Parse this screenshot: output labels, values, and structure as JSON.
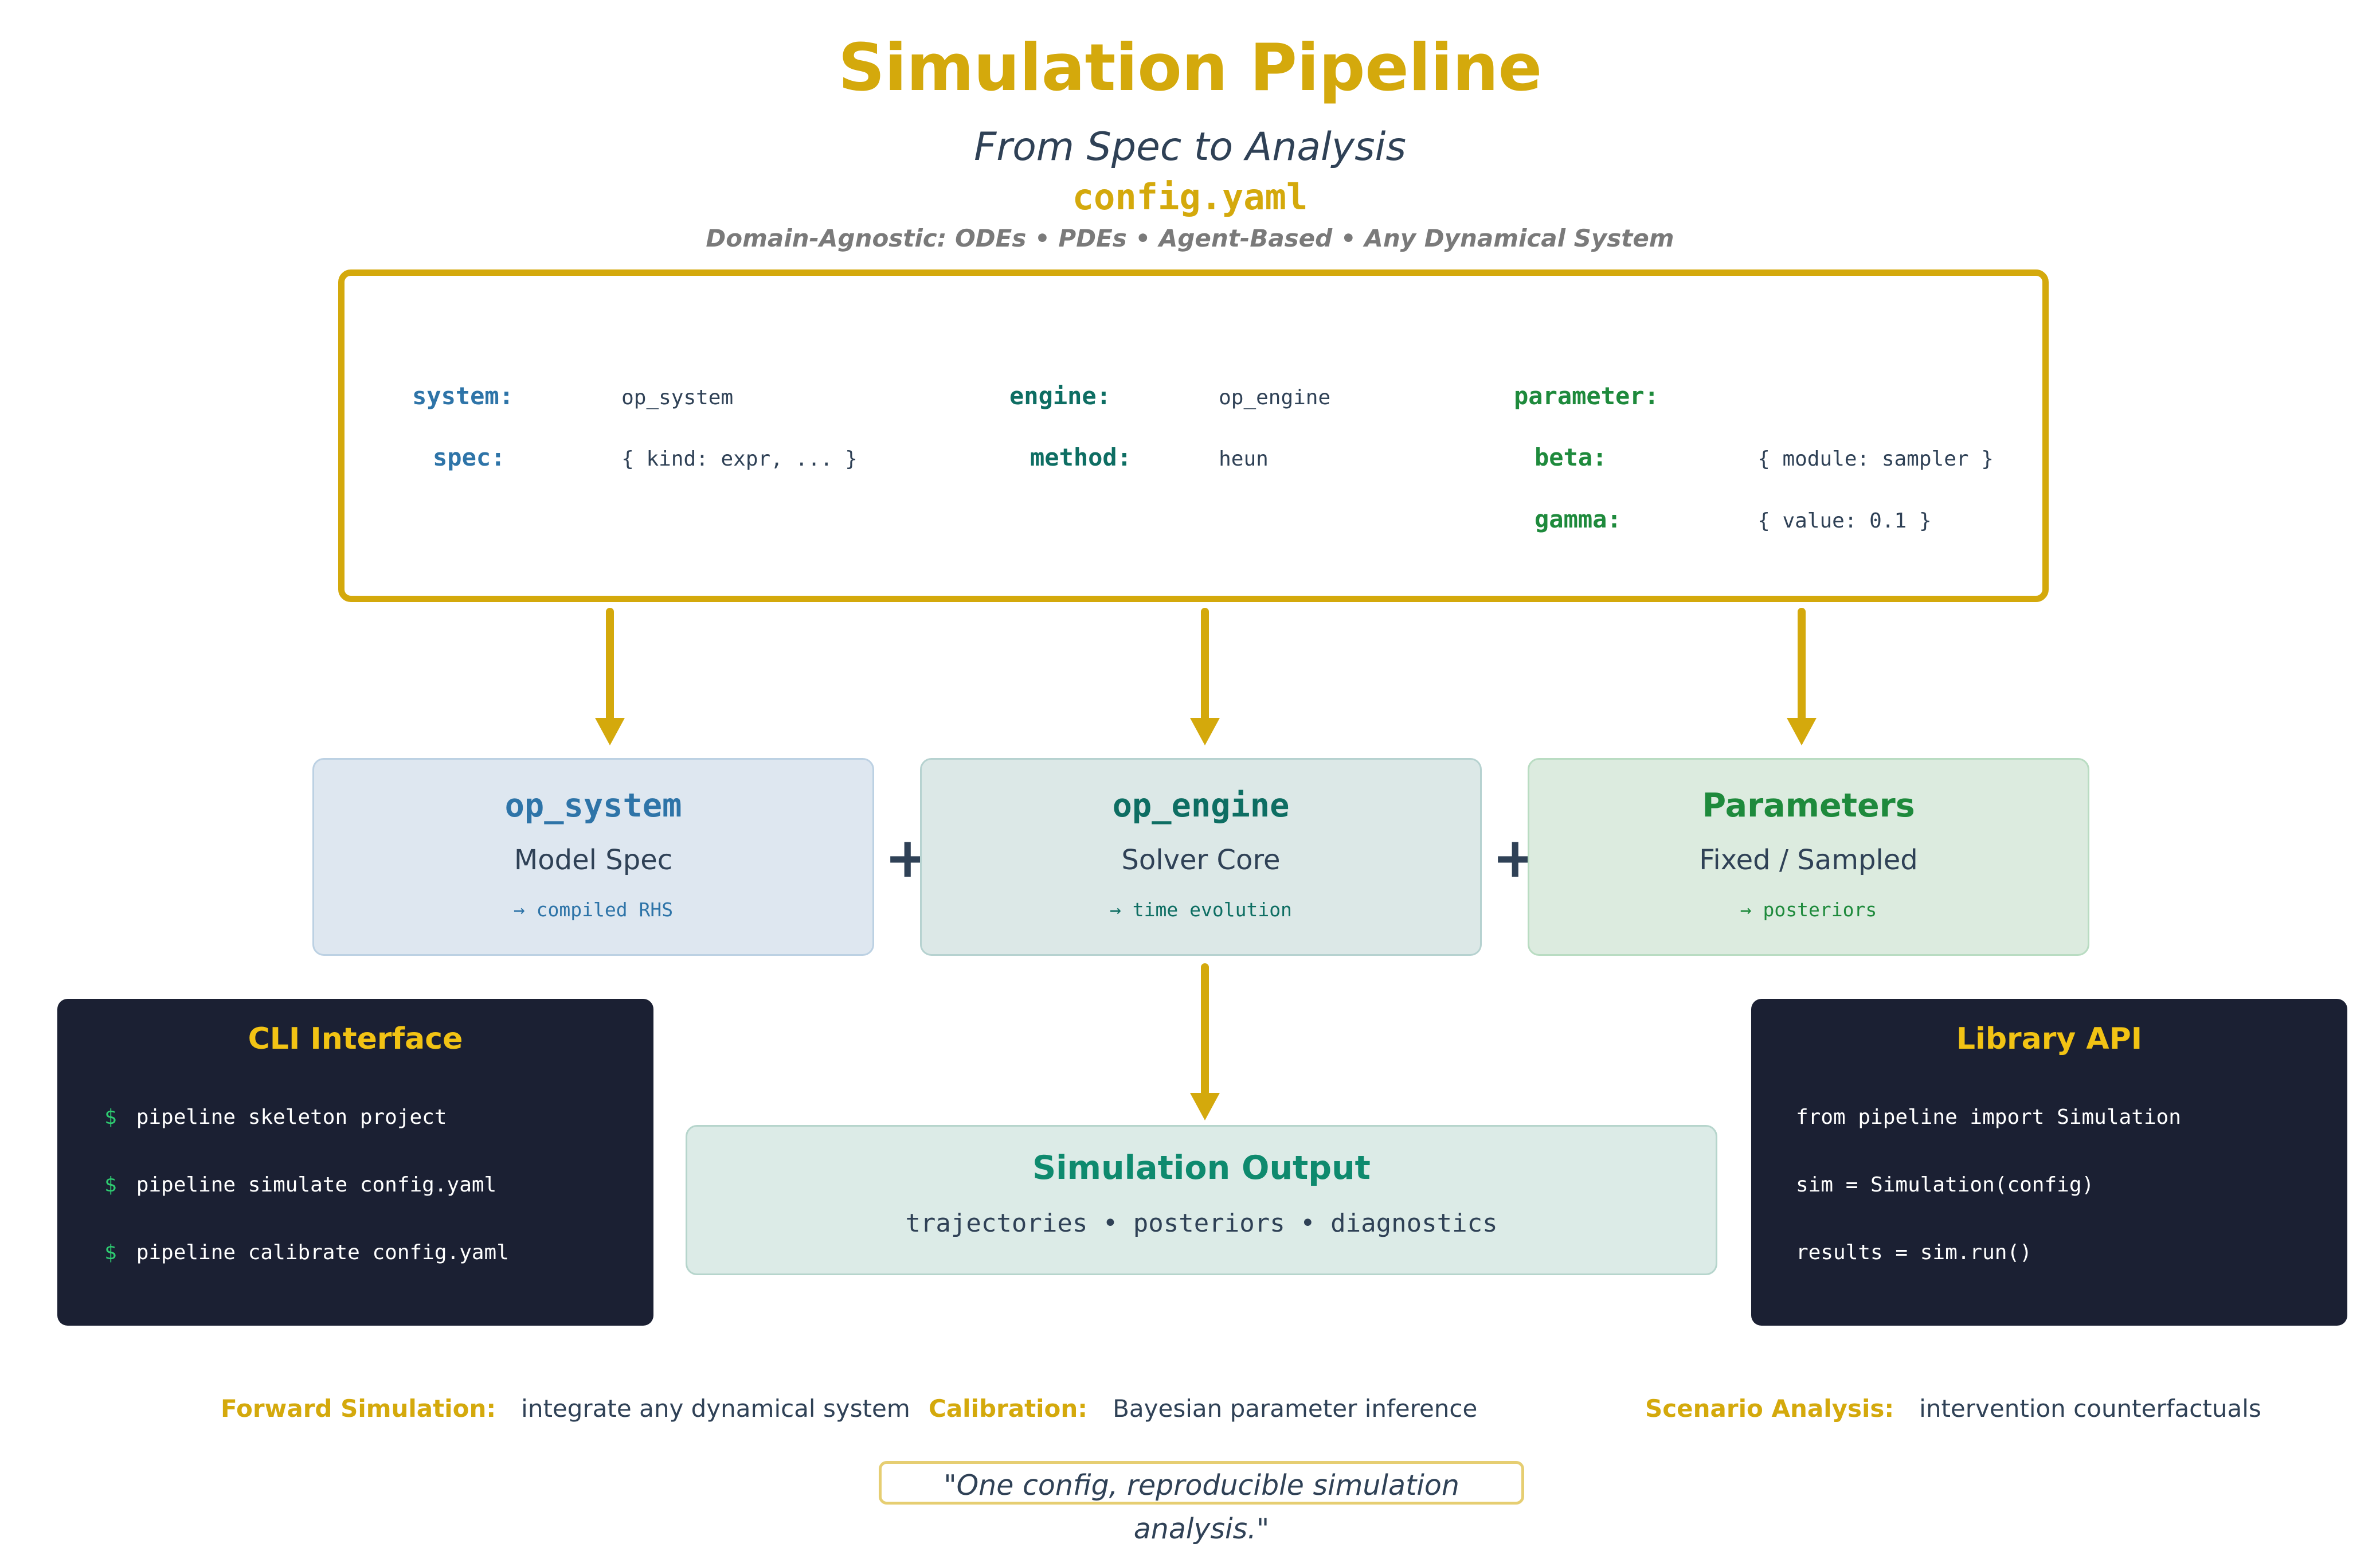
{
  "header": {
    "title": "Simulation Pipeline",
    "subtitle": "From Spec to Analysis",
    "config_name": "config.yaml",
    "tagline": "Domain-Agnostic: ODEs • PDEs • Agent-Based • Any Dynamical System"
  },
  "config": {
    "columns": [
      {
        "key_color": "#2E74A8",
        "rows": [
          {
            "key": "system:",
            "value": "op_system"
          },
          {
            "key": "spec:",
            "value": "{ kind: expr, ... }"
          }
        ]
      },
      {
        "key_color": "#0E6E63",
        "rows": [
          {
            "key": "engine:",
            "value": "op_engine"
          },
          {
            "key": "method:",
            "value": "heun"
          }
        ]
      },
      {
        "key_color": "#1E8A3C",
        "rows": [
          {
            "key": "parameter:",
            "value": ""
          },
          {
            "key": "beta:",
            "value": "{ module: sampler }"
          },
          {
            "key": "gamma:",
            "value": "{ value: 0.1 }"
          }
        ]
      }
    ]
  },
  "components": [
    {
      "title": "op_system",
      "subtitle": "Model Spec",
      "note": "→ compiled RHS",
      "title_color": "#2E74A8",
      "note_color": "#2E74A8",
      "bg": "#DEE7F0",
      "border": "#BCD1E3"
    },
    {
      "title": "op_engine",
      "subtitle": "Solver Core",
      "note": "→ time evolution",
      "title_color": "#0E6E63",
      "note_color": "#0E6E63",
      "bg": "#DCE8E7",
      "border": "#B6D2D0"
    },
    {
      "title": "Parameters",
      "subtitle": "Fixed / Sampled",
      "note": "→ posteriors",
      "title_color": "#1E8A3C",
      "note_color": "#1E8A3C",
      "bg": "#DCEBDF",
      "border": "#B9DCC2"
    }
  ],
  "plus_symbol": "+",
  "cli": {
    "title": "CLI Interface",
    "prompt": "$",
    "lines": [
      "pipeline skeleton project",
      "pipeline simulate config.yaml",
      "pipeline calibrate config.yaml"
    ]
  },
  "api": {
    "title": "Library API",
    "lines": [
      "from pipeline import Simulation",
      "sim = Simulation(config)",
      "results = sim.run()"
    ]
  },
  "output": {
    "title": "Simulation Output",
    "subtitle": "trajectories • posteriors • diagnostics"
  },
  "features": [
    {
      "label": "Forward Simulation:",
      "text": "integrate any dynamical system"
    },
    {
      "label": "Calibration:",
      "text": "Bayesian parameter inference"
    },
    {
      "label": "Scenario Analysis:",
      "text": "intervention counterfactuals"
    }
  ],
  "quote": "\"One config, reproducible simulation analysis.\"",
  "colors": {
    "accent_gold": "#D4A90C",
    "ink": "#2F4156",
    "panel_dark": "#1B2033",
    "prompt_green": "#2ECC71",
    "panel_title_gold": "#F2C314",
    "muted_gray": "#7A7A7A"
  }
}
